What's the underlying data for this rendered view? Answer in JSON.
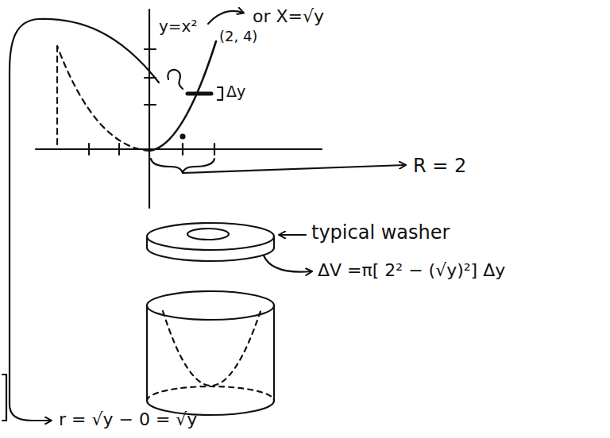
{
  "diagram": {
    "labels": [
      "y=x²",
      "or X=√y",
      "(2, 4)",
      "Δy",
      "R = 2",
      "typical washer",
      "ΔV =π[ 2² − (√y)²] Δy",
      "r = √y − 0 = √y"
    ]
  }
}
